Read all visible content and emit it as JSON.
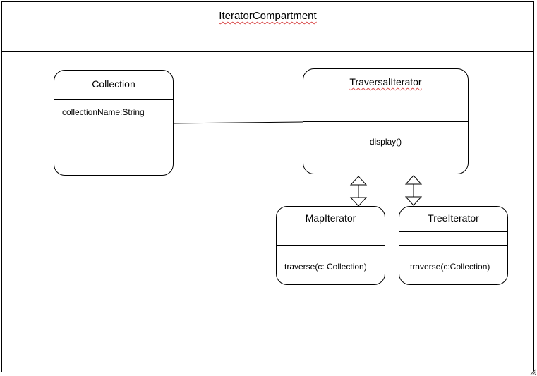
{
  "diagram": {
    "title": "IteratorCompartment",
    "classes": {
      "collection": {
        "name": "Collection",
        "attribute": "collectionName:String"
      },
      "traversal_iterator": {
        "name": "TraversalIterator",
        "operation": "display()"
      },
      "map_iterator": {
        "name": "MapIterator",
        "operation": "traverse(c: Collection)"
      },
      "tree_iterator": {
        "name": "TreeIterator",
        "operation": "traverse(c:Collection)"
      }
    }
  }
}
